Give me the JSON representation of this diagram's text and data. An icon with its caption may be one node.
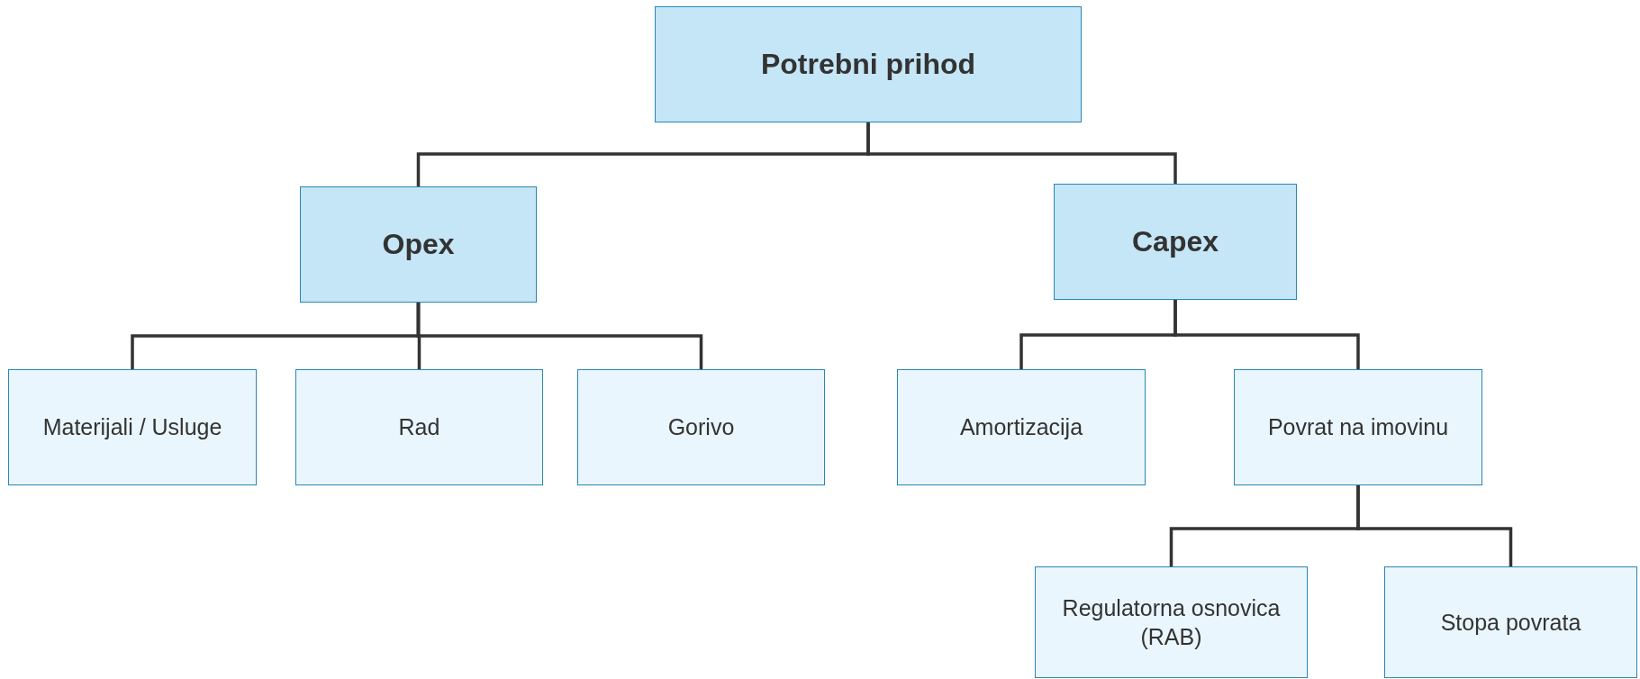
{
  "diagram": {
    "nodes": [
      {
        "text": [
          "Potrebni prihod"
        ]
      },
      {
        "text": [
          "Opex"
        ]
      },
      {
        "text": [
          "Capex"
        ]
      },
      {
        "text": [
          "Materijali / Usluge"
        ]
      },
      {
        "text": [
          "Rad"
        ]
      },
      {
        "text": [
          "Gorivo"
        ]
      },
      {
        "text": [
          "Amortizacija"
        ]
      },
      {
        "text": [
          "Povrat na imovinu"
        ]
      },
      {
        "text": [
          "Regulatorna osnovica (RAB)"
        ]
      },
      {
        "text": [
          "Stopa povrata"
        ]
      }
    ],
    "edges": [
      {
        "from": 0,
        "to": 1,
        "arrow": "none"
      },
      {
        "from": 0,
        "to": 2,
        "arrow": "none"
      },
      {
        "from": 1,
        "to": 3,
        "arrow": "none"
      },
      {
        "from": 1,
        "to": 4,
        "arrow": "none"
      },
      {
        "from": 1,
        "to": 5,
        "arrow": "none"
      },
      {
        "from": 2,
        "to": 6,
        "arrow": "none"
      },
      {
        "from": 2,
        "to": 7,
        "arrow": "none"
      },
      {
        "from": 7,
        "to": 8,
        "arrow": "none"
      },
      {
        "from": 7,
        "to": 9,
        "arrow": "none"
      }
    ]
  }
}
